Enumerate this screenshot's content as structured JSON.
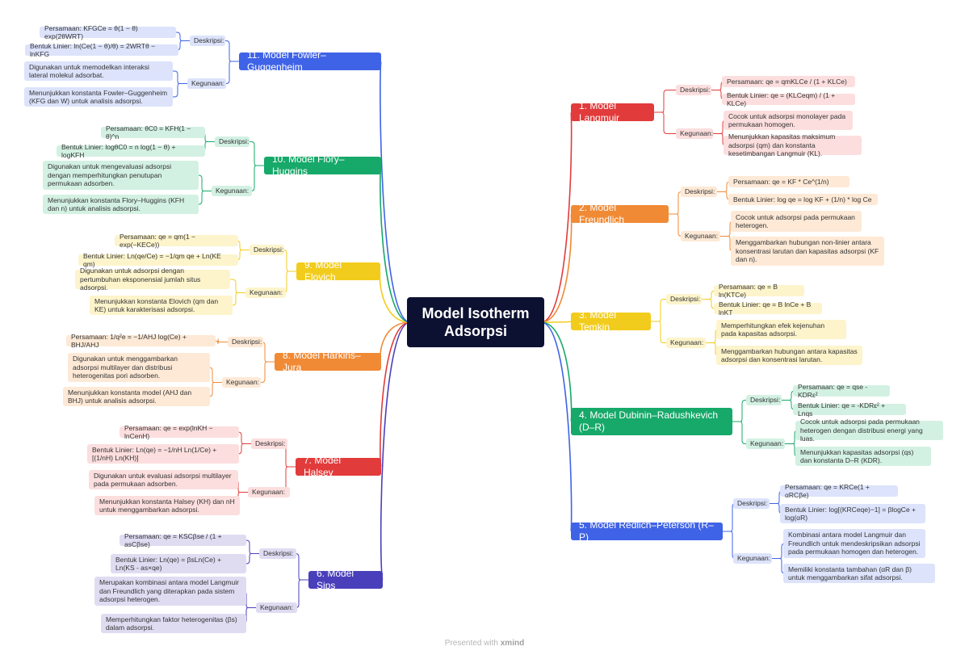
{
  "center": "Model Isotherm Adsorpsi",
  "labels": {
    "desc": "Deskripsi:",
    "use": "Kegunaan:"
  },
  "footer": {
    "prefix": "Presented with",
    "brand": "xmind"
  },
  "models": [
    {
      "title": "1. Model Langmuir",
      "color": "#e23b3b",
      "light": "#fcdede",
      "desc": [
        "Persamaan: qe = qmKLCe / (1 + KLCe)",
        "Bentuk Linier: qe = (KLCeqm) / (1 + KLCe)"
      ],
      "use": [
        "Cocok untuk adsorpsi monolayer pada permukaan homogen.",
        "Menunjukkan kapasitas maksimum adsorpsi (qm) dan konstanta kesetimbangan Langmuir (KL)."
      ]
    },
    {
      "title": "2. Model Freundlich",
      "color": "#f08a35",
      "light": "#fde9d6",
      "desc": [
        "Persamaan: qe = KF * Ce^(1/n)",
        "Bentuk Linier: log qe = log KF + (1/n) * log Ce"
      ],
      "use": [
        "Cocok untuk adsorpsi pada permukaan heterogen.",
        "Menggambarkan hubungan non-linier antara konsentrasi larutan dan kapasitas adsorpsi (KF dan n)."
      ]
    },
    {
      "title": "3. Model Temkin",
      "color": "#f2cc1c",
      "light": "#fdf4cc",
      "desc": [
        "Persamaan: qe = B ln(KTCe)",
        "Bentuk Linier: qe = B lnCe + B lnKT"
      ],
      "use": [
        "Memperhitungkan efek kejenuhan pada kapasitas adsorpsi.",
        "Menggambarkan hubungan antara kapasitas adsorpsi dan konsentrasi larutan."
      ]
    },
    {
      "title": "4. Model Dubinin–Radushkevich (D–R)",
      "color": "#17a96a",
      "light": "#d3f1e3",
      "desc": [
        "Persamaan: qe = qse - KDRε²",
        "Bentuk Linier: qe = -KDRε² + Lnqs"
      ],
      "use": [
        "Cocok untuk adsorpsi pada permukaan heterogen dengan distribusi energi yang luas.",
        "Menunjukkan kapasitas adsorpsi (qs) dan konstanta D–R (KDR)."
      ]
    },
    {
      "title": "5. Model Redlich–Peterson (R–P)",
      "color": "#3f63e6",
      "light": "#dce3fb",
      "desc": [
        "Persamaan: qe = KRCe(1 + αRCβe)",
        "Bentuk Linier: log[(KRCeqe)−1] = βlogCe + log(αR)"
      ],
      "use": [
        "Kombinasi antara model Langmuir dan Freundlich untuk mendeskripsikan adsorpsi pada permukaan homogen dan heterogen.",
        "Memiliki konstanta tambahan (αR dan β) untuk menggambarkan sifat adsorpsi."
      ]
    },
    {
      "title": "6. Model Sips",
      "color": "#4a3fbb",
      "light": "#dfdcf2",
      "desc": [
        "Persamaan: qe = KSCβse / (1 + asCβse)",
        "Bentuk Linier: Ln(qe) = βsLn(Ce) + Ln(KS - as×qe)"
      ],
      "use": [
        "Merupakan kombinasi antara model Langmuir dan Freundlich yang diterapkan pada sistem adsorpsi heterogen.",
        "Memperhitungkan faktor heterogenitas (βs) dalam adsorpsi."
      ]
    },
    {
      "title": "7. Model Halsey",
      "color": "#e23b3b",
      "light": "#fcdede",
      "desc": [
        "Persamaan: qe = exp(lnKH − lnCenH)",
        "Bentuk Linier: Ln(qe) = −1/nH Ln(1/Ce) + [(1/nH) Ln(KH)]"
      ],
      "use": [
        "Digunakan untuk evaluasi adsorpsi multilayer pada permukaan adsorben.",
        "Menunjukkan konstanta Halsey (KH) dan nH untuk menggambarkan adsorpsi."
      ]
    },
    {
      "title": "8. Model Harkins–Jura",
      "color": "#f08a35",
      "light": "#fde9d6",
      "desc": [
        "Persamaan: 1/q²e = −1/AHJ log(Ce) + BHJ/AHJ"
      ],
      "use": [
        "Digunakan untuk menggambarkan adsorpsi multilayer dan distribusi heterogenitas pori adsorben.",
        "Menunjukkan konstanta model (AHJ dan BHJ) untuk analisis adsorpsi."
      ]
    },
    {
      "title": "9. Model Elovich",
      "color": "#f2cc1c",
      "light": "#fdf4cc",
      "desc": [
        "Persamaan: qe = qm(1 − exp(−KECe))",
        "Bentuk Linier: Ln(qe/Ce) = −1/qm qe + Ln(KE qm)"
      ],
      "use": [
        "Digunakan untuk adsorpsi dengan pertumbuhan eksponensial jumlah situs adsorpsi.",
        "Menunjukkan konstanta Elovich (qm dan KE) untuk karakterisasi adsorpsi."
      ]
    },
    {
      "title": "10. Model Flory–Huggins",
      "color": "#17a96a",
      "light": "#d3f1e3",
      "desc": [
        "Persamaan: θC0 = KFH(1 − θ)^n",
        "Bentuk Linier: logθC0 = n log(1 − θ) + logKFH"
      ],
      "use": [
        "Digunakan untuk mengevaluasi adsorpsi dengan memperhitungkan penutupan permukaan adsorben.",
        "Menunjukkan konstanta Flory–Huggins (KFH dan n) untuk analisis adsorpsi."
      ]
    },
    {
      "title": "11. Model Fowler–Guggenheim",
      "color": "#3f63e6",
      "light": "#dce3fb",
      "desc": [
        "Persamaan: KFGCe = θ(1 − θ) exp(2θWRT)",
        "Bentuk Linier: ln(Ce(1 − θ)/θ) = 2WRTθ − lnKFG"
      ],
      "use": [
        "Digunakan untuk memodelkan interaksi lateral molekul adsorbat.",
        "Menunjukkan konstanta Fowler–Guggenheim (KFG dan W) untuk analisis adsorpsi."
      ]
    }
  ]
}
